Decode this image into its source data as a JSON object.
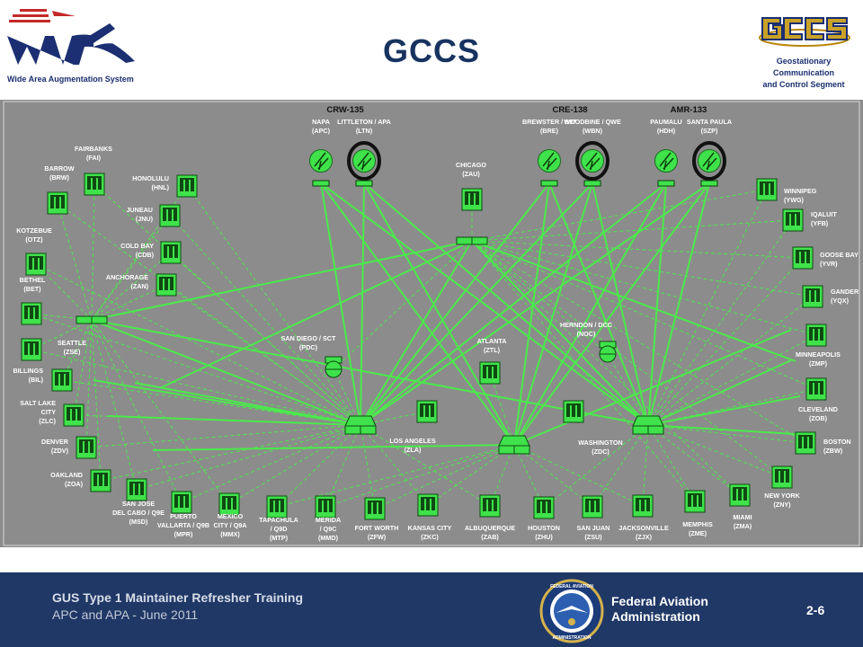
{
  "header": {
    "title": "GCCS",
    "waas_caption": "Wide Area Augmentation System",
    "gccs_subtitle": [
      "Geostationary",
      "Communication",
      "and Control Segment"
    ]
  },
  "diagram": {
    "satellites": [
      {
        "name": "CRW-135"
      },
      {
        "name": "CRE-138"
      },
      {
        "name": "AMR-133"
      }
    ],
    "uplinks": [
      {
        "label": [
          "NAPA",
          "(APC)"
        ]
      },
      {
        "label": [
          "LITTLETON / APA",
          "(LTN)"
        ]
      },
      {
        "label": [
          "BREWSTER / S97",
          "(BRE)"
        ]
      },
      {
        "label": [
          "WOODBINE / QWE",
          "(WBN)"
        ]
      },
      {
        "label": [
          "PAUMALU",
          "(HDH)"
        ]
      },
      {
        "label": [
          "SANTA PAULA",
          "(SZP)"
        ]
      }
    ],
    "stations": [
      {
        "id": "FAI",
        "label": [
          "FAIRBANKS",
          "(FAI)"
        ]
      },
      {
        "id": "BRW",
        "label": [
          "BARROW",
          "(BRW)"
        ]
      },
      {
        "id": "HNL",
        "label": [
          "HONOLULU",
          "(HNL)"
        ]
      },
      {
        "id": "JNU",
        "label": [
          "JUNEAU",
          "(JNU)"
        ]
      },
      {
        "id": "OTZ",
        "label": [
          "KOTZEBUE",
          "(OTZ)"
        ]
      },
      {
        "id": "CDB",
        "label": [
          "COLD BAY",
          "(CDB)"
        ]
      },
      {
        "id": "BET",
        "label": [
          "BETHEL",
          "(BET)"
        ]
      },
      {
        "id": "ZAN",
        "label": [
          "ANCHORAGE",
          "(ZAN)"
        ]
      },
      {
        "id": "ZSE",
        "label": [
          "SEATTLE",
          "(ZSE)"
        ]
      },
      {
        "id": "BIL",
        "label": [
          "BILLINGS",
          "(BIL)"
        ]
      },
      {
        "id": "ZLC",
        "label": [
          "SALT LAKE",
          "CITY",
          "(ZLC)"
        ]
      },
      {
        "id": "ZDV",
        "label": [
          "DENVER",
          "(ZDV)"
        ]
      },
      {
        "id": "ZOA",
        "label": [
          "OAKLAND",
          "(ZOA)"
        ]
      },
      {
        "id": "MSD",
        "label": [
          "SAN JOSE",
          "DEL CABO / Q9E",
          "(MSD)"
        ]
      },
      {
        "id": "MPR",
        "label": [
          "PUERTO",
          "VALLARTA / Q9B",
          "(MPR)"
        ]
      },
      {
        "id": "MMX",
        "label": [
          "MEXICO",
          "CITY / Q9A",
          "(MMX)"
        ]
      },
      {
        "id": "MTP",
        "label": [
          "TAPACHULA",
          "/ Q9D",
          "(MTP)"
        ]
      },
      {
        "id": "MMD",
        "label": [
          "MERIDA",
          "/ Q9C",
          "(MMD)"
        ]
      },
      {
        "id": "ZFW",
        "label": [
          "FORT WORTH",
          "(ZFW)"
        ]
      },
      {
        "id": "ZKC",
        "label": [
          "KANSAS CITY",
          "(ZKC)"
        ]
      },
      {
        "id": "ZAB",
        "label": [
          "ALBUQUERQUE",
          "(ZAB)"
        ]
      },
      {
        "id": "ZHU",
        "label": [
          "HOUSTON",
          "(ZHU)"
        ]
      },
      {
        "id": "ZSU",
        "label": [
          "SAN JUAN",
          "(ZSU)"
        ]
      },
      {
        "id": "ZJX",
        "label": [
          "JACKSONVILLE",
          "(ZJX)"
        ]
      },
      {
        "id": "ZME",
        "label": [
          "MEMPHIS",
          "(ZME)"
        ]
      },
      {
        "id": "ZMA",
        "label": [
          "MIAMI",
          "(ZMA)"
        ]
      },
      {
        "id": "ZNY",
        "label": [
          "NEW YORK",
          "(ZNY)"
        ]
      },
      {
        "id": "ZBW",
        "label": [
          "BOSTON",
          "(ZBW)"
        ]
      },
      {
        "id": "ZOB",
        "label": [
          "CLEVELAND",
          "(ZOB)"
        ]
      },
      {
        "id": "ZMP",
        "label": [
          "MINNEAPOLIS",
          "(ZMP)"
        ]
      },
      {
        "id": "YQX",
        "label": [
          "GANDER",
          "(YQX)"
        ]
      },
      {
        "id": "YVR",
        "label": [
          "GOOSE BAY",
          "(YVR)"
        ]
      },
      {
        "id": "YFB",
        "label": [
          "IQALUIT",
          "(YFB)"
        ]
      },
      {
        "id": "YWG",
        "label": [
          "WINNIPEG",
          "(YWG)"
        ]
      },
      {
        "id": "ZAU",
        "label": [
          "CHICAGO",
          "(ZAU)"
        ]
      },
      {
        "id": "ZTL",
        "label": [
          "ATLANTA",
          "(ZTL)"
        ]
      },
      {
        "id": "ZLA",
        "label": [
          "LOS ANGELES",
          "(ZLA)"
        ]
      },
      {
        "id": "ZDC",
        "label": [
          "WASHINGTON",
          "(ZDC)"
        ]
      }
    ],
    "centers": [
      {
        "label": [
          "HERNDON / DCC",
          "(NOC)"
        ]
      },
      {
        "label": [
          "SAN DIEGO / SCT",
          "(PDC)"
        ]
      }
    ]
  },
  "footer": {
    "course": "GUS Type 1 Maintainer Refresher Training",
    "subtitle": "APC and APA - June 2011",
    "agency": [
      "Federal Aviation",
      "Administration"
    ],
    "page": "2-6"
  },
  "colors": {
    "node_green": "#3fe24a",
    "link_green": "#4bea4b",
    "canvas_gray": "#8c8c8c",
    "footer_navy": "#1f3866",
    "title_navy": "#17335f"
  }
}
